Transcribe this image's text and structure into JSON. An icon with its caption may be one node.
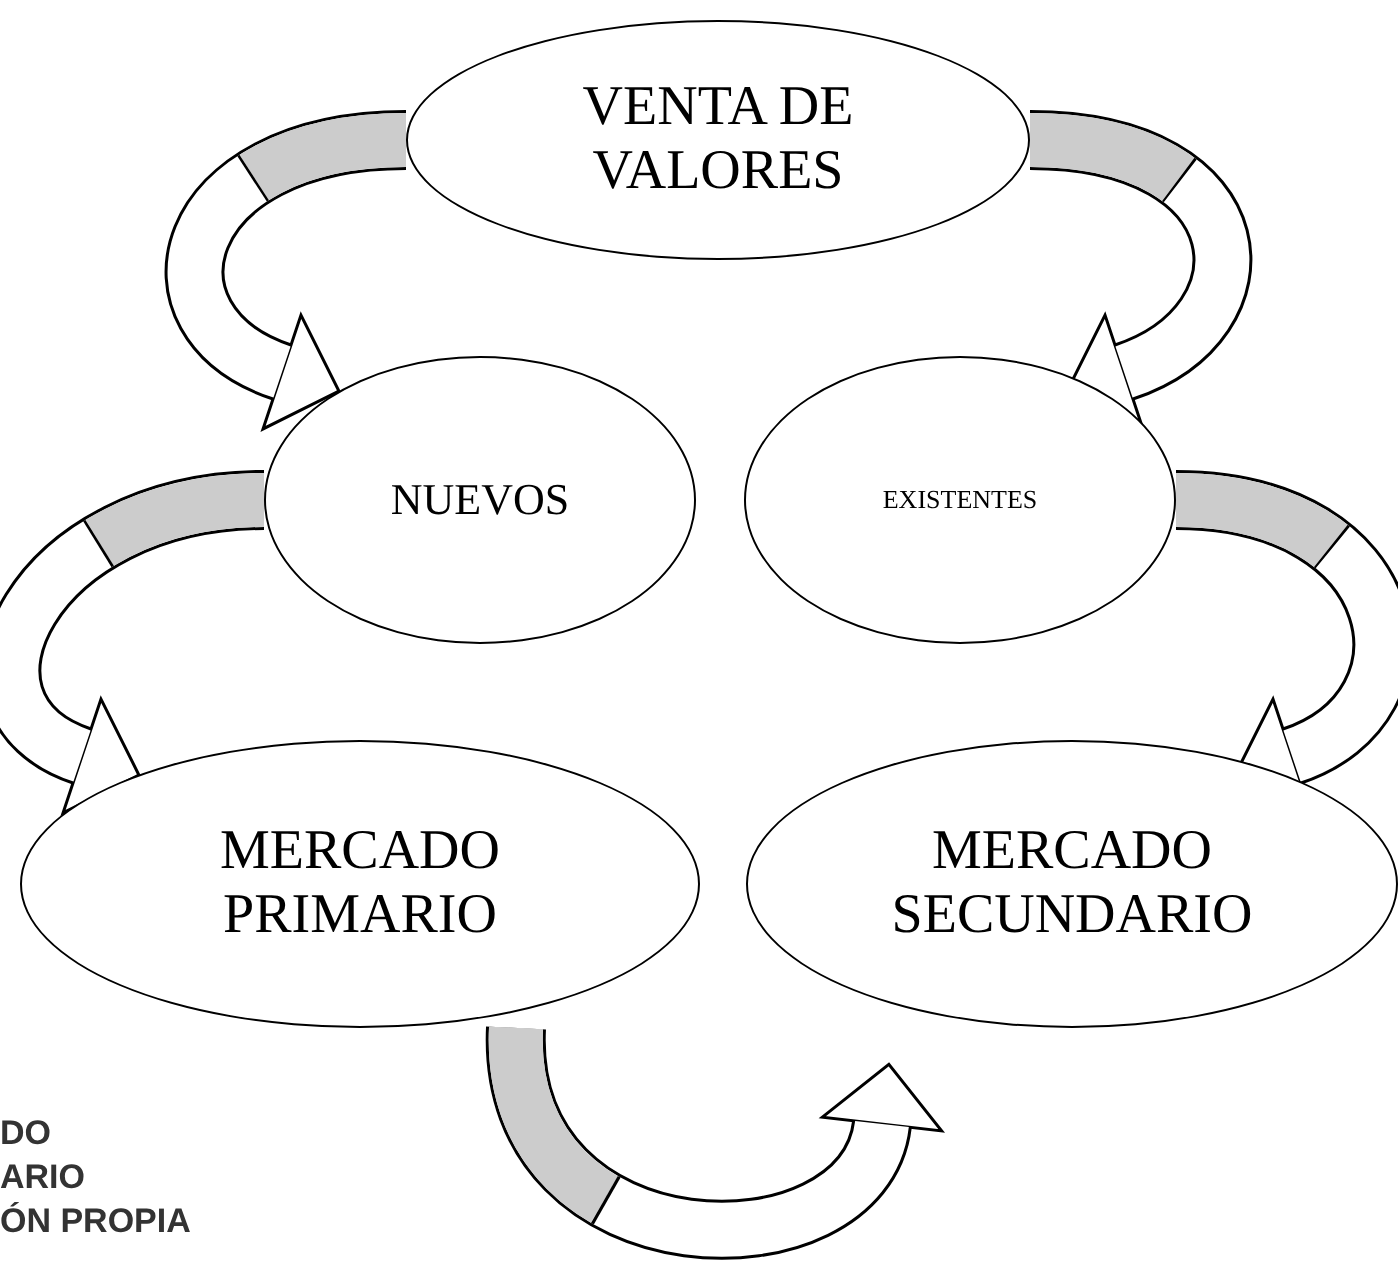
{
  "diagram": {
    "nodes": [
      {
        "text": [
          "VENTA DE VALORES"
        ]
      },
      {
        "text": [
          "NUEVOS"
        ]
      },
      {
        "text": [
          "EXISTENTES"
        ]
      },
      {
        "text": [
          "MERCADO PRIMARIO"
        ]
      },
      {
        "text": [
          "MERCADO SECUNDARIO"
        ]
      }
    ],
    "edges": [
      {
        "from": 0,
        "to": 1,
        "arrow": "to"
      },
      {
        "from": 0,
        "to": 2,
        "arrow": "to"
      },
      {
        "from": 1,
        "to": 3,
        "arrow": "to"
      },
      {
        "from": 2,
        "to": 4,
        "arrow": "to"
      },
      {
        "from": 3,
        "to": 4,
        "arrow": "to"
      }
    ],
    "labels": [
      "DO",
      "ARIO",
      "ÓN PROPIA"
    ]
  }
}
